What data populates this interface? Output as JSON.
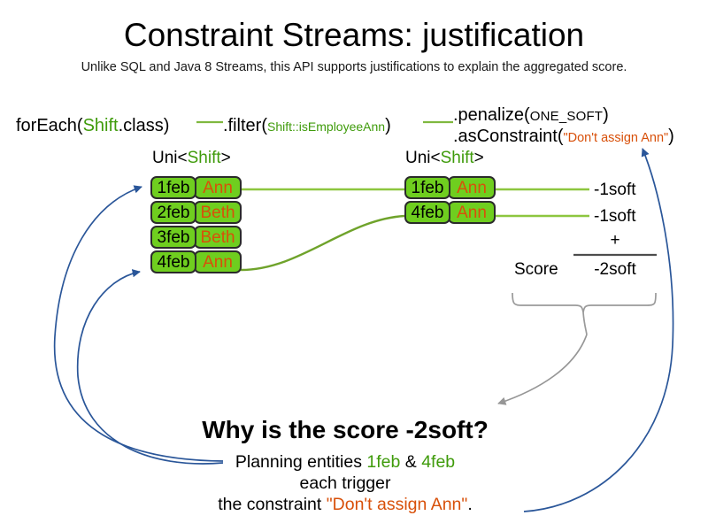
{
  "slide": {
    "title": "Constraint Streams: justification",
    "subtitle": "Unlike SQL and Java 8 Streams, this API supports justifications to explain the aggregated score."
  },
  "code": {
    "foreach": {
      "prefix": "forEach(",
      "type": "Shift",
      "suffix": ".class)"
    },
    "filter": {
      "prefix": ".filter(",
      "arg": "Shift::isEmployeeAnn",
      "suffix": ")"
    },
    "penalize": {
      "prefix": ".penalize(",
      "arg": "ONE_SOFT",
      "suffix": ")"
    },
    "as_constraint": {
      "prefix": ".asConstraint(",
      "arg": "\"Don't assign Ann\"",
      "suffix": ")"
    }
  },
  "streams": {
    "left": {
      "label_prefix": "Uni<",
      "label_type": "Shift",
      "label_suffix": ">",
      "rows": [
        {
          "date": "1feb",
          "employee": "Ann"
        },
        {
          "date": "2feb",
          "employee": "Beth"
        },
        {
          "date": "3feb",
          "employee": "Beth"
        },
        {
          "date": "4feb",
          "employee": "Ann"
        }
      ]
    },
    "right": {
      "label_prefix": "Uni<",
      "label_type": "Shift",
      "label_suffix": ">",
      "rows": [
        {
          "date": "1feb",
          "employee": "Ann",
          "score": "-1soft"
        },
        {
          "date": "4feb",
          "employee": "Ann",
          "score": "-1soft"
        }
      ]
    }
  },
  "score_summary": {
    "operator": "+",
    "label": "Score",
    "total": "-2soft"
  },
  "explanation": {
    "heading": "Why is the score -2soft?",
    "line1_prefix": "Planning entities ",
    "line1_entity_a": "1feb",
    "line1_amp": " & ",
    "line1_entity_b": "4feb",
    "line2": "each trigger",
    "line3_prefix": "the constraint ",
    "line3_constraint": "\"Don't assign Ann\"",
    "line3_suffix": "."
  },
  "colors": {
    "green_box_fill": "#6fce1f",
    "green_text": "#3f9b0b",
    "orange_text": "#d8500a",
    "blue_arrow": "#2a5699",
    "gray_arrow": "#969696",
    "green_connector": "#8dc63f"
  }
}
